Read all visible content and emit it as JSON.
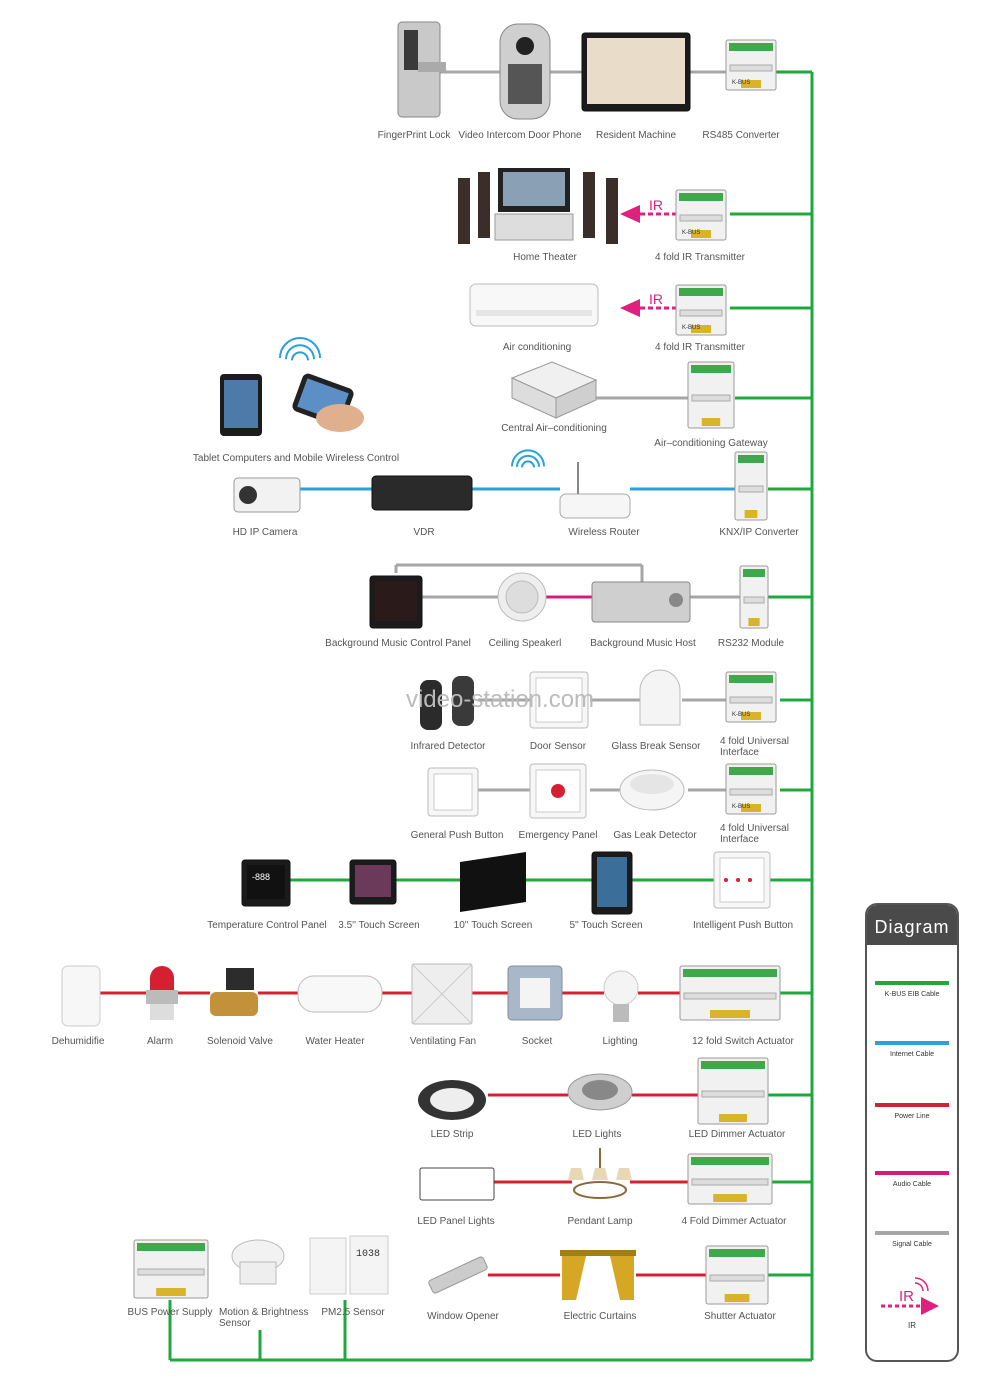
{
  "colors": {
    "knx": "#1fa83c",
    "internet": "#2aa0dc",
    "power": "#d42030",
    "audio": "#d61a7c",
    "signal": "#a6a6a6",
    "ir": "#e0207e"
  },
  "watermark": "video-station.com",
  "devices": [
    {
      "id": "fingerprint-lock",
      "label": "FingerPrint Lock"
    },
    {
      "id": "video-intercom",
      "label": "Video Intercom Door Phone"
    },
    {
      "id": "resident-machine",
      "label": "Resident Machine"
    },
    {
      "id": "rs485-converter",
      "label": "RS485 Converter"
    },
    {
      "id": "home-theater",
      "label": "Home Theater"
    },
    {
      "id": "ir-transmitter-1",
      "label": "4 fold IR Transmitter"
    },
    {
      "id": "air-conditioning",
      "label": "Air conditioning"
    },
    {
      "id": "ir-transmitter-2",
      "label": "4 fold IR Transmitter"
    },
    {
      "id": "tablet-mobile",
      "label": "Tablet Computers and Mobile Wireless Control"
    },
    {
      "id": "central-ac",
      "label": "Central Air–conditioning"
    },
    {
      "id": "ac-gateway",
      "label": "Air–conditioning Gateway"
    },
    {
      "id": "hd-ip-camera",
      "label": "HD IP Camera"
    },
    {
      "id": "vdr",
      "label": "VDR"
    },
    {
      "id": "wireless-router",
      "label": "Wireless Router"
    },
    {
      "id": "knx-ip-converter",
      "label": "KNX/IP Converter"
    },
    {
      "id": "bg-music-panel",
      "label": "Background Music Control Panel"
    },
    {
      "id": "ceiling-speaker",
      "label": "Ceiling Speakerl"
    },
    {
      "id": "bg-music-host",
      "label": "Background Music Host"
    },
    {
      "id": "rs232-module",
      "label": "RS232 Module"
    },
    {
      "id": "infrared-detector",
      "label": "Infrared Detector"
    },
    {
      "id": "door-sensor",
      "label": "Door Sensor"
    },
    {
      "id": "glass-break-sensor",
      "label": "Glass Break Sensor"
    },
    {
      "id": "universal-interface-1",
      "label": "4 fold Universal Interface"
    },
    {
      "id": "general-push-button",
      "label": "General Push Button"
    },
    {
      "id": "emergency-panel",
      "label": "Emergency Panel"
    },
    {
      "id": "gas-leak-detector",
      "label": "Gas Leak Detector"
    },
    {
      "id": "universal-interface-2",
      "label": "4 fold Universal Interface"
    },
    {
      "id": "temp-control-panel",
      "label": "Temperature Control Panel"
    },
    {
      "id": "touch-screen-35",
      "label": "3.5'' Touch Screen"
    },
    {
      "id": "touch-screen-10",
      "label": "10'' Touch Screen"
    },
    {
      "id": "touch-screen-5",
      "label": "5'' Touch Screen"
    },
    {
      "id": "intelligent-push-button",
      "label": "Intelligent Push Button"
    },
    {
      "id": "dehumidifier",
      "label": "Dehumidifie"
    },
    {
      "id": "alarm",
      "label": "Alarm"
    },
    {
      "id": "solenoid-valve",
      "label": "Solenoid Valve"
    },
    {
      "id": "water-heater",
      "label": "Water Heater"
    },
    {
      "id": "ventilating-fan",
      "label": "Ventilating Fan"
    },
    {
      "id": "socket",
      "label": "Socket"
    },
    {
      "id": "lighting",
      "label": "Lighting"
    },
    {
      "id": "switch-actuator-12",
      "label": "12 fold Switch Actuator"
    },
    {
      "id": "led-strip",
      "label": "LED Strip"
    },
    {
      "id": "led-lights",
      "label": "LED Lights"
    },
    {
      "id": "led-dimmer-actuator",
      "label": "LED Dimmer Actuator"
    },
    {
      "id": "led-panel-lights",
      "label": "LED Panel Lights"
    },
    {
      "id": "pendant-lamp",
      "label": "Pendant Lamp"
    },
    {
      "id": "dimmer-actuator-4",
      "label": "4 Fold Dimmer Actuator"
    },
    {
      "id": "bus-power-supply",
      "label": "BUS Power Supply"
    },
    {
      "id": "motion-sensor",
      "label": "Motion & Brightness Sensor"
    },
    {
      "id": "pm25-sensor",
      "label": "PM2.5 Sensor"
    },
    {
      "id": "window-opener",
      "label": "Window Opener"
    },
    {
      "id": "electric-curtains",
      "label": "Electric Curtains"
    },
    {
      "id": "shutter-actuator",
      "label": "Shutter Actuator"
    }
  ],
  "device_text": {
    "ir_badge": "IR",
    "kbus": "K-BUS",
    "thermo_display": "-888",
    "pm25_display": "1038"
  },
  "legend": {
    "title": "Diagram",
    "items": [
      {
        "label": "K-BUS EIB Cable",
        "color": "#1fa83c"
      },
      {
        "label": "Internet Cable",
        "color": "#2aa0dc"
      },
      {
        "label": "Power Line",
        "color": "#d42030"
      },
      {
        "label": "Audio Cable",
        "color": "#d61a7c"
      },
      {
        "label": "Signal  Cable",
        "color": "#a6a6a6"
      }
    ],
    "ir_label": "IR",
    "ir_icon_text": "IR"
  }
}
